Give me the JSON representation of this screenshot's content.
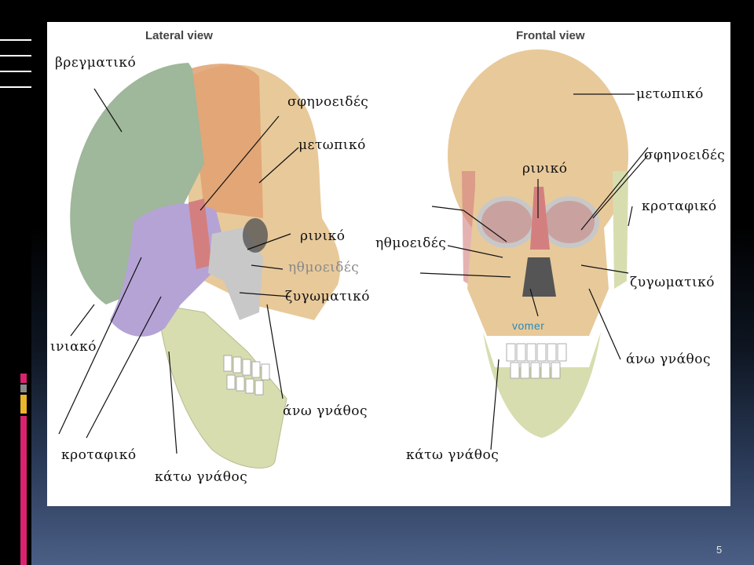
{
  "slide": {
    "page_number": "5"
  },
  "lateral": {
    "title": "Lateral view",
    "labels": {
      "parietal": "βρεγματικό",
      "sphenoid": "σφηνοειδές",
      "frontal": "μετωπικό",
      "nasal": "ρινικό",
      "ethmoid": "ηθμοειδές",
      "zygomatic": "ζυγωματικό",
      "occipital": "ινιακό",
      "maxilla": "άνω γνάθος",
      "temporal": "κροταφικό",
      "mandible": "κάτω γνάθος"
    }
  },
  "frontal": {
    "title": "Frontal view",
    "labels": {
      "frontal": "μετωπικό",
      "sphenoid": "σφηνοειδές",
      "nasal": "ρινικό",
      "temporal": "κροταφικό",
      "ethmoid": "ηθμοειδές",
      "zygomatic": "ζυγωματικό",
      "vomer": "vomer",
      "maxilla": "άνω γνάθος",
      "mandible": "κάτω γνάθος"
    }
  },
  "colors": {
    "parietal": "#9fb79a",
    "frontal": "#e8c99a",
    "sphenoid": "#e2a070",
    "temporal": "#b5a3d6",
    "zygomatic": "#c8c8c8",
    "nasal": "#d47f7f",
    "mandible": "#d8ddb0",
    "page_number": "#e6e6e6"
  }
}
